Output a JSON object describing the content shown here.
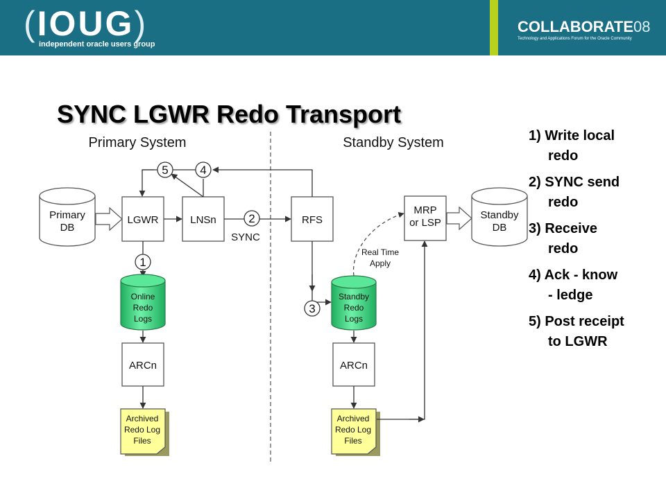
{
  "header": {
    "logo_left": "IOUG",
    "logo_left_tagline": "independent oracle users group",
    "logo_right_main": "COLLABORATE",
    "logo_right_year": "08",
    "logo_right_tagline": "Technology and Applications Forum for the Oracle Community"
  },
  "title": "SYNC LGWR Redo Transport",
  "diagram": {
    "primary_label": "Primary System",
    "standby_label": "Standby System",
    "primary_db": [
      "Primary",
      "DB"
    ],
    "lgwr": "LGWR",
    "lnsn": "LNSn",
    "rfs": "RFS",
    "mrp": [
      "MRP",
      "or LSP"
    ],
    "standby_db": [
      "Standby",
      "DB"
    ],
    "online_redo": [
      "Online",
      "Redo",
      "Logs"
    ],
    "standby_redo": [
      "Standby",
      "Redo",
      "Logs"
    ],
    "arcn_primary": "ARCn",
    "arcn_standby": "ARCn",
    "archived_primary": [
      "Archived",
      "Redo Log",
      "Files"
    ],
    "archived_standby": [
      "Archived",
      "Redo Log",
      "Files"
    ],
    "sync_label": "SYNC",
    "real_time_apply": [
      "Real Time",
      "Apply"
    ],
    "step_badges": [
      "1",
      "2",
      "3",
      "4",
      "5"
    ]
  },
  "notes": [
    "1) Write local redo",
    "2) SYNC send redo",
    "3) Receive redo",
    "4) Ack - know - ledge",
    "5) Post receipt to LGWR"
  ],
  "colors": {
    "banner": "#1a6f85",
    "banner_accent": "#b7d11e",
    "redo_green": "#2fd07a",
    "archive_yellow": "#ffff99"
  }
}
